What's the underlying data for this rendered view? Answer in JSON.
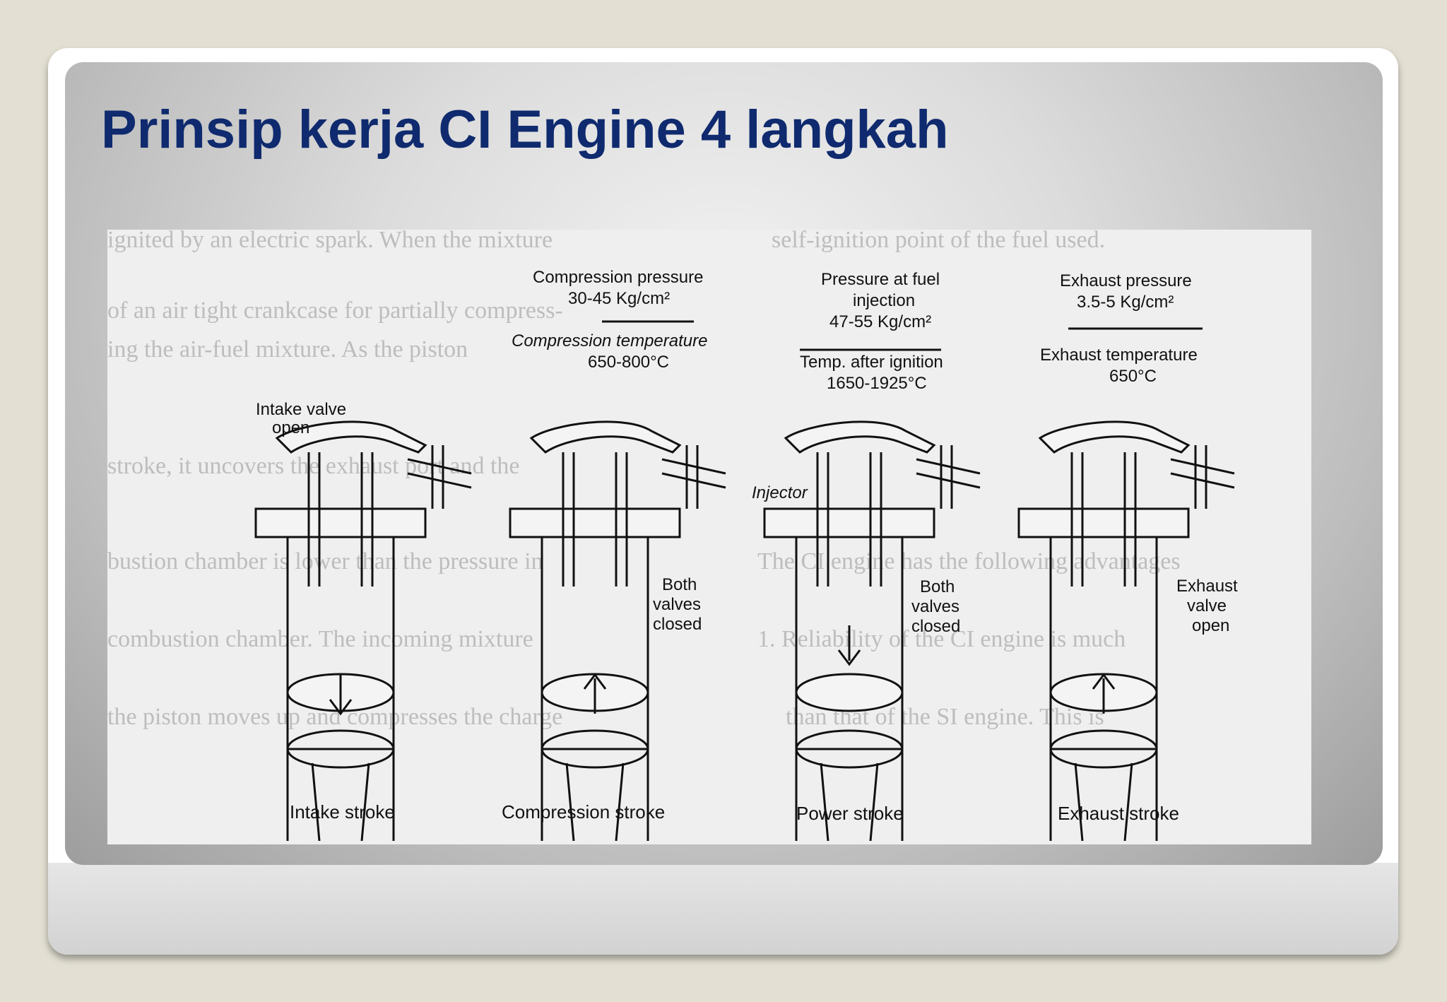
{
  "slide": {
    "title": "Prinsip kerja CI Engine 4 langkah"
  },
  "diagram": {
    "strokes": [
      {
        "caption": "Intake stroke",
        "header": [],
        "notes": [
          "Intake valve",
          "open"
        ]
      },
      {
        "caption": "Compression stroke",
        "header": [
          "Compression pressure",
          "30-45 Kg/cm²",
          "Compression temperature",
          "650-800°C"
        ],
        "notes": [
          "Both",
          "valves",
          "closed"
        ]
      },
      {
        "caption": "Power stroke",
        "header": [
          "Pressure at fuel",
          "injection",
          "47-55 Kg/cm²",
          "Temp. after ignition",
          "1650-1925°C"
        ],
        "notes": [
          "Injector",
          "Both",
          "valves",
          "closed"
        ]
      },
      {
        "caption": "Exhaust stroke",
        "header": [
          "Exhaust pressure",
          "3.5-5 Kg/cm²",
          "Exhaust temperature",
          "650°C"
        ],
        "notes": [
          "Exhaust",
          "valve",
          "open"
        ]
      }
    ]
  }
}
